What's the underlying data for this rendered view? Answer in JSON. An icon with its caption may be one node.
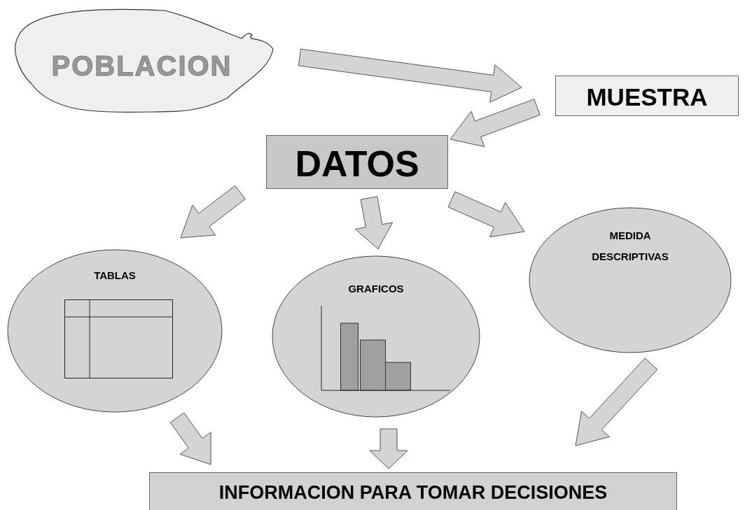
{
  "diagram": {
    "nodes": [
      {
        "text": [
          "POBLACION"
        ]
      },
      {
        "text": [
          "MUESTRA"
        ]
      },
      {
        "text": [
          "DATOS"
        ]
      },
      {
        "text": [
          "TABLAS"
        ]
      },
      {
        "text": [
          "GRAFICOS"
        ]
      },
      {
        "text": [
          "MEDIDA DESCRIPTIVAS"
        ]
      },
      {
        "text": [
          "INFORMACION PARA TOMAR DECISIONES"
        ]
      }
    ],
    "edges": [
      {
        "from": 0,
        "to": 1,
        "arrow": "to"
      },
      {
        "from": 1,
        "to": 2,
        "arrow": "to"
      },
      {
        "from": 2,
        "to": 3,
        "arrow": "to"
      },
      {
        "from": 2,
        "to": 4,
        "arrow": "to"
      },
      {
        "from": 2,
        "to": 5,
        "arrow": "to"
      },
      {
        "from": 3,
        "to": 6,
        "arrow": "to"
      },
      {
        "from": 4,
        "to": 6,
        "arrow": "to"
      },
      {
        "from": 5,
        "to": 6,
        "arrow": "to"
      }
    ]
  }
}
